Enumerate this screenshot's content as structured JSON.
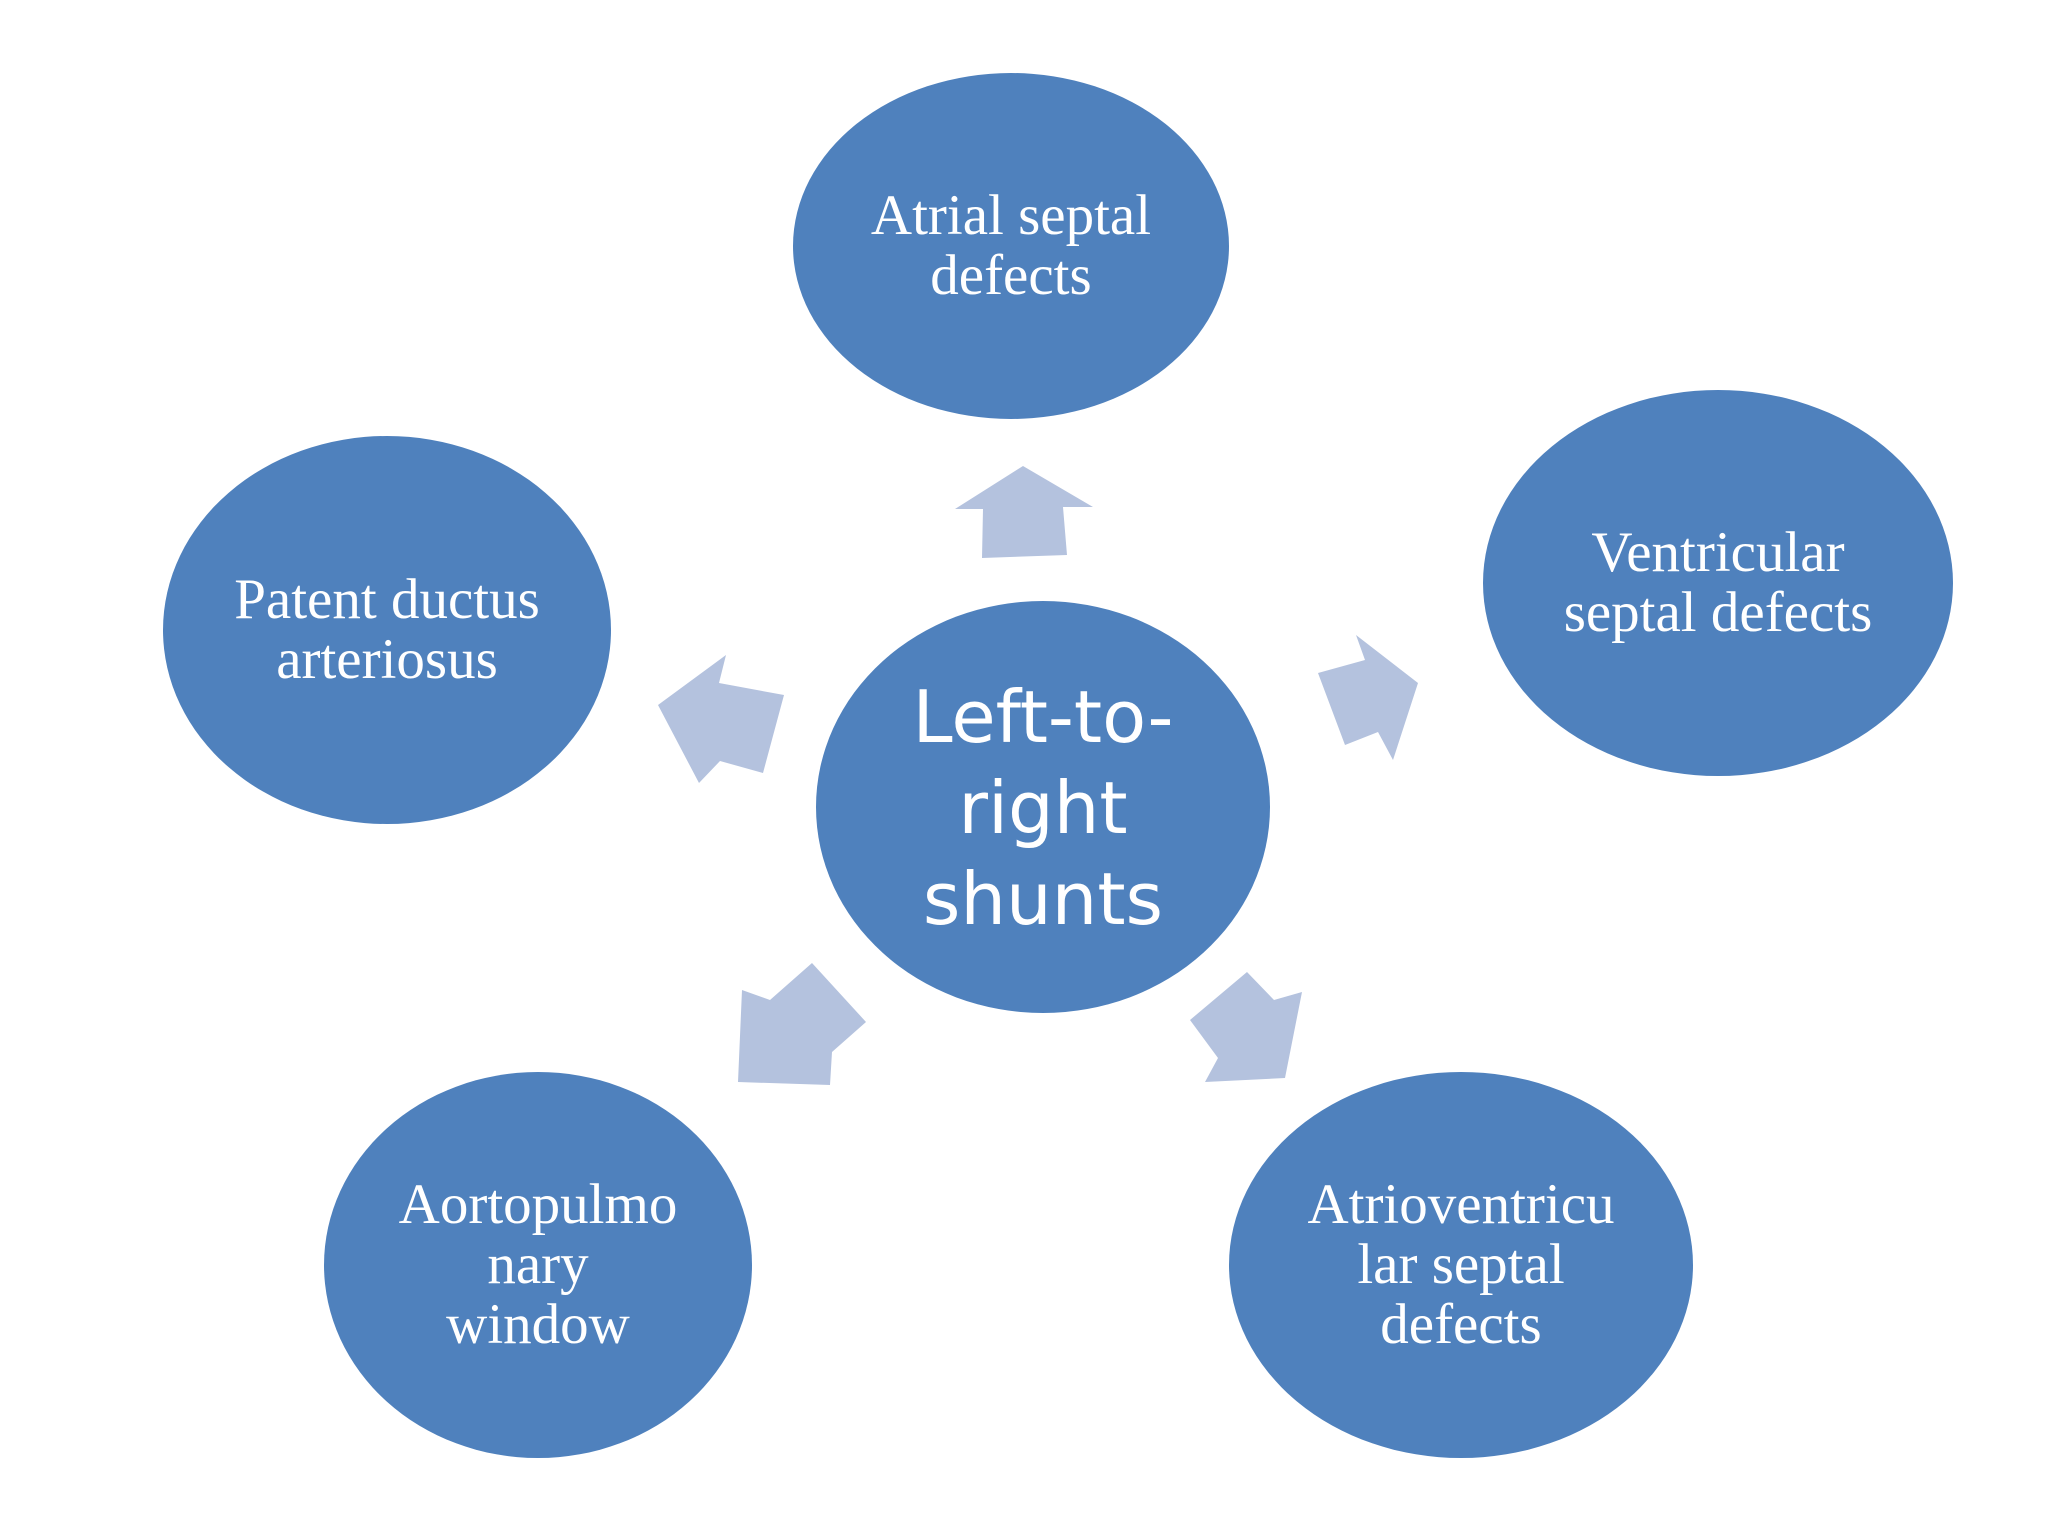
{
  "diagram": {
    "center": {
      "label": "Left-to-\nright\nshunts"
    },
    "nodes": [
      {
        "id": "atrial",
        "label": "Atrial septal\ndefects"
      },
      {
        "id": "ventricular",
        "label": "Ventricular\nseptal defects"
      },
      {
        "id": "patent",
        "label": "Patent ductus\narteriosus"
      },
      {
        "id": "aortopulmonary",
        "label": "Aortopulmo\nnary\nwindow"
      },
      {
        "id": "atrioventricular",
        "label": "Atrioventricu\nlar septal\ndefects"
      }
    ],
    "colors": {
      "node_fill": "#4f81bd",
      "arrow_fill": "#b4c2de",
      "text": "#ffffff",
      "background": "#ffffff"
    }
  }
}
